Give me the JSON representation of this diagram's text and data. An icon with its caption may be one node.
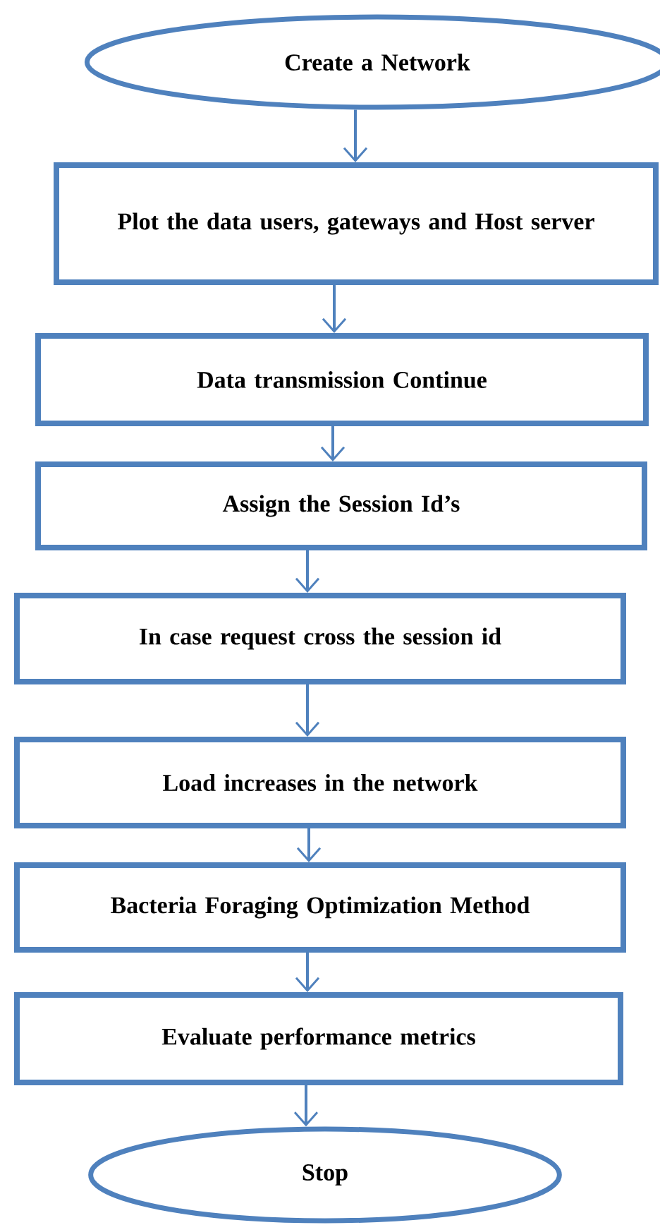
{
  "diagram": {
    "nodes": [
      {
        "text": [
          "Create a Network"
        ]
      },
      {
        "text": [
          "Plot the data users, gateways and Host server"
        ]
      },
      {
        "text": [
          "Data transmission Continue"
        ]
      },
      {
        "text": [
          "Assign the Session Id’s"
        ]
      },
      {
        "text": [
          "In case request cross the session id"
        ]
      },
      {
        "text": [
          "Load increases in the network"
        ]
      },
      {
        "text": [
          "Bacteria Foraging Optimization Method"
        ]
      },
      {
        "text": [
          "Evaluate performance metrics"
        ]
      },
      {
        "text": [
          "Stop"
        ]
      }
    ],
    "edges": [
      {
        "from": 0,
        "to": 1,
        "arrow": "to"
      },
      {
        "from": 1,
        "to": 2,
        "arrow": "to"
      },
      {
        "from": 2,
        "to": 3,
        "arrow": "to"
      },
      {
        "from": 3,
        "to": 4,
        "arrow": "to"
      },
      {
        "from": 4,
        "to": 5,
        "arrow": "to"
      },
      {
        "from": 5,
        "to": 6,
        "arrow": "to"
      },
      {
        "from": 6,
        "to": 7,
        "arrow": "to"
      },
      {
        "from": 7,
        "to": 8,
        "arrow": "to"
      }
    ]
  }
}
